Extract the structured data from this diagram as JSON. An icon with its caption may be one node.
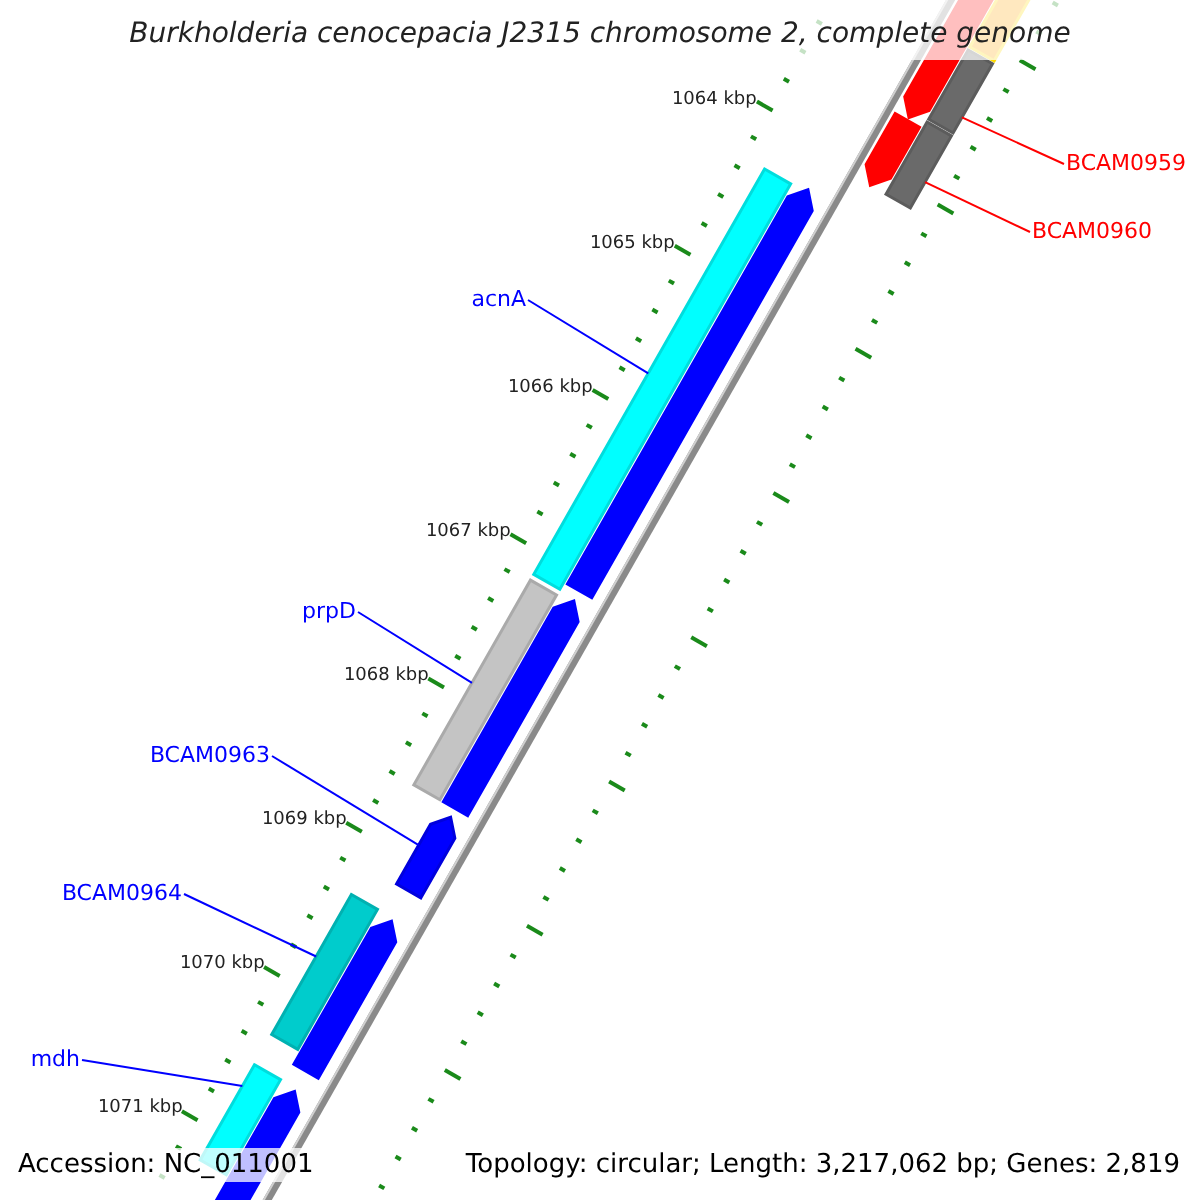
{
  "diagram": {
    "title": "Burkholderia cenocepacia J2315 chromosome 2, complete genome",
    "nodes": [
      {
        "text": [
          "acnA"
        ]
      },
      {
        "text": [
          "prpD"
        ]
      },
      {
        "text": [
          "BCAM0963"
        ]
      },
      {
        "text": [
          "BCAM0964"
        ]
      },
      {
        "text": [
          "mdh"
        ]
      },
      {
        "text": [
          "BCAM0959"
        ]
      },
      {
        "text": [
          "BCAM0960"
        ]
      },
      {
        "text": [],
        "shape": "bar"
      },
      {
        "text": [],
        "shape": "bar"
      },
      {
        "text": [],
        "shape": "bar"
      },
      {
        "text": [],
        "shape": "bar"
      },
      {
        "text": [],
        "shape": "bar"
      },
      {
        "text": [],
        "shape": "bar"
      },
      {
        "text": [],
        "shape": "bar"
      }
    ],
    "edges": [
      {
        "from": 0,
        "to": 7,
        "arrow": "none"
      },
      {
        "from": 1,
        "to": 8,
        "arrow": "none"
      },
      {
        "from": 2,
        "to": 9,
        "arrow": "none"
      },
      {
        "from": 3,
        "to": 10,
        "arrow": "none"
      },
      {
        "from": 4,
        "to": 11,
        "arrow": "none"
      },
      {
        "from": 5,
        "to": 12,
        "arrow": "none",
        "color": "#ff0000"
      },
      {
        "from": 6,
        "to": 13,
        "arrow": "none",
        "color": "#ff0000"
      }
    ],
    "labels": [
      "1064 kbp",
      "1065 kbp",
      "1066 kbp",
      "1067 kbp",
      "1068 kbp",
      "1069 kbp",
      "1070 kbp",
      "1071 kbp",
      "Accession: NC_011001",
      "Topology: circular; Length: 3,217,062 bp; Genes: 2,819"
    ]
  }
}
